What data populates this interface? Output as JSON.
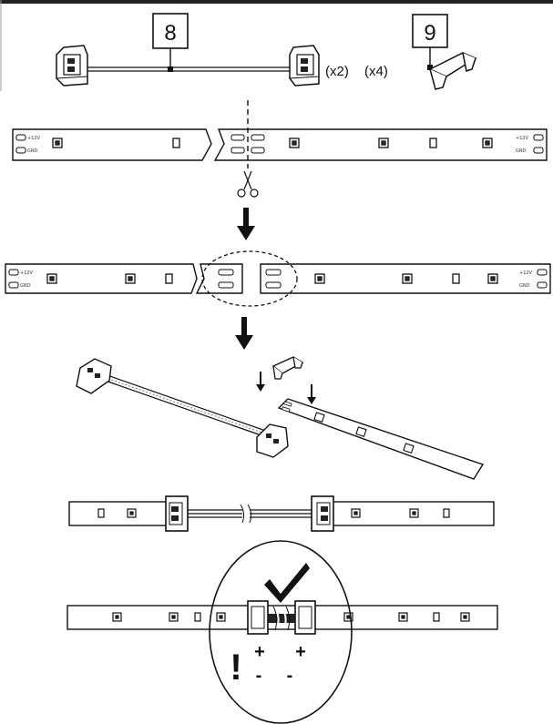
{
  "parts": {
    "part8": {
      "number": "8",
      "quantity": "(x2)"
    },
    "part9": {
      "number": "9",
      "quantity": "(x4)"
    }
  },
  "strip_labels": {
    "positive": "+12V",
    "negative": "GND"
  },
  "polarity": {
    "positive": "+",
    "negative": "-",
    "warning": "!"
  },
  "icons": [
    "scissors-icon",
    "arrow-down-icon",
    "checkmark-icon",
    "warning-icon"
  ]
}
